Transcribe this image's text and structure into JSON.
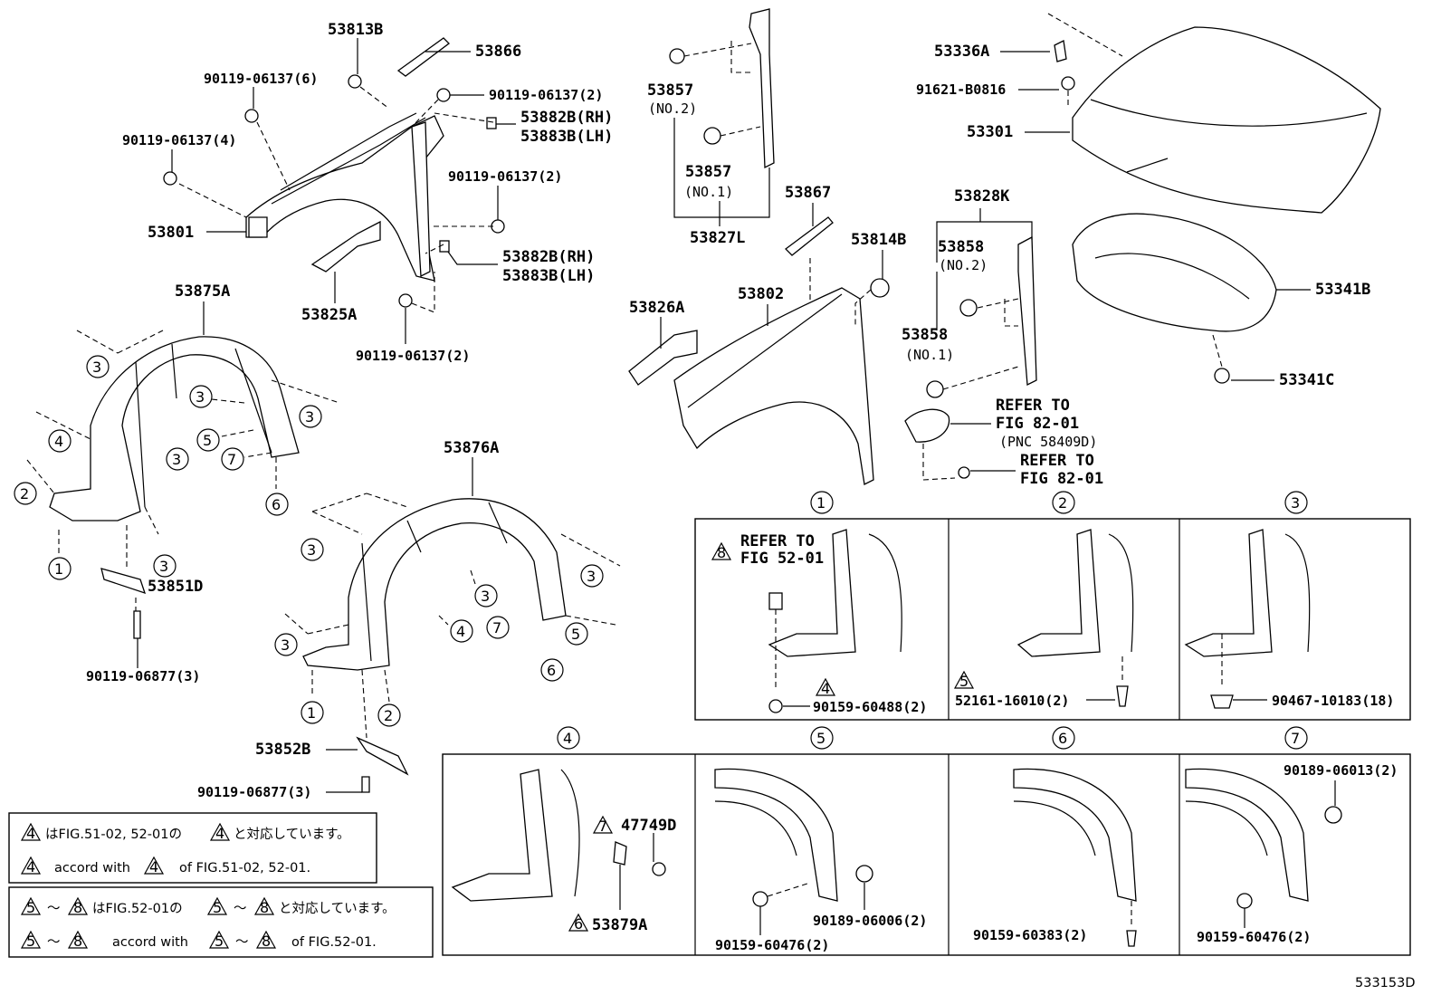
{
  "parts": {
    "p53813B": "53813B",
    "p53866": "53866",
    "b_06137_6": "90119-06137(6)",
    "b_06137_2a": "90119-06137(2)",
    "p53882B_a": "53882B(RH)",
    "p53883B_a": "53883B(LH)",
    "b_06137_4": "90119-06137(4)",
    "b_06137_2b": "90119-06137(2)",
    "p53801": "53801",
    "p53882B_b": "53882B(RH)",
    "p53883B_b": "53883B(LH)",
    "p53825A": "53825A",
    "b_06137_2c": "90119-06137(2)",
    "p53875A": "53875A",
    "p53851D": "53851D",
    "b_06877_3a": "90119-06877(3)",
    "p53876A": "53876A",
    "p53852B": "53852B",
    "b_06877_3b": "90119-06877(3)",
    "p53857_no2": "53857",
    "no2_a": "(NO.2)",
    "p53857_no1": "53857",
    "no1_a": "(NO.1)",
    "p53827L": "53827L",
    "p53867": "53867",
    "p53814B": "53814B",
    "p53828K": "53828K",
    "p53858_no2": "53858",
    "no2_b": "(NO.2)",
    "p53858_no1": "53858",
    "no1_b": "(NO.1)",
    "p53826A": "53826A",
    "p53802": "53802",
    "p53336A": "53336A",
    "b_91621": "91621-B0816",
    "p53301": "53301",
    "p53341B": "53341B",
    "p53341C": "53341C",
    "refer1a": "REFER TO",
    "refer1b": "FIG 82-01",
    "refer1c": "(PNC 58409D)",
    "refer2a": "REFER TO",
    "refer2b": "FIG 82-01"
  },
  "details": {
    "d1": "1",
    "d2": "2",
    "d3": "3",
    "d4": "4",
    "d5": "5",
    "d6": "6",
    "d7": "7",
    "refer52a": "REFER TO",
    "refer52b": "FIG 52-01",
    "tri8": "8",
    "tri4": "4",
    "tri5": "5",
    "tri7": "7",
    "tri6": "6",
    "c_60488": "90159-60488(2)",
    "c_16010": "52161-16010(2)",
    "c_10183": "90467-10183(18)",
    "c_47749D": "47749D",
    "c_53879A": "53879A",
    "c_60476a": "90159-60476(2)",
    "c_06006": "90189-06006(2)",
    "c_60383": "90159-60383(2)",
    "c_06013": "90189-06013(2)",
    "c_60476b": "90159-60476(2)"
  },
  "notes": {
    "n1_t1": "4",
    "n1_text1": "はFIG.51-02, 52-01の",
    "n1_t2": "4",
    "n1_text2": "と対応しています。",
    "n2_t1": "4",
    "n2_text1": "accord with",
    "n2_t2": "4",
    "n2_text2": "of FIG.51-02, 52-01.",
    "n3_t1": "5",
    "n3_tilde": "〜",
    "n3_t2": "8",
    "n3_text1": "はFIG.52-01の",
    "n3_t3": "5",
    "n3_tilde2": "〜",
    "n3_t4": "8",
    "n3_text2": "と対応しています。",
    "n4_t1": "5",
    "n4_tilde": "〜",
    "n4_t2": "8",
    "n4_text1": "accord with",
    "n4_t3": "5",
    "n4_tilde2": "〜",
    "n4_t4": "8",
    "n4_text2": "of FIG.52-01."
  },
  "callouts": {
    "c1": "1",
    "c2": "2",
    "c3": "3",
    "c4": "4",
    "c5": "5",
    "c6": "6",
    "c7": "7"
  },
  "figure_id": "533153D"
}
